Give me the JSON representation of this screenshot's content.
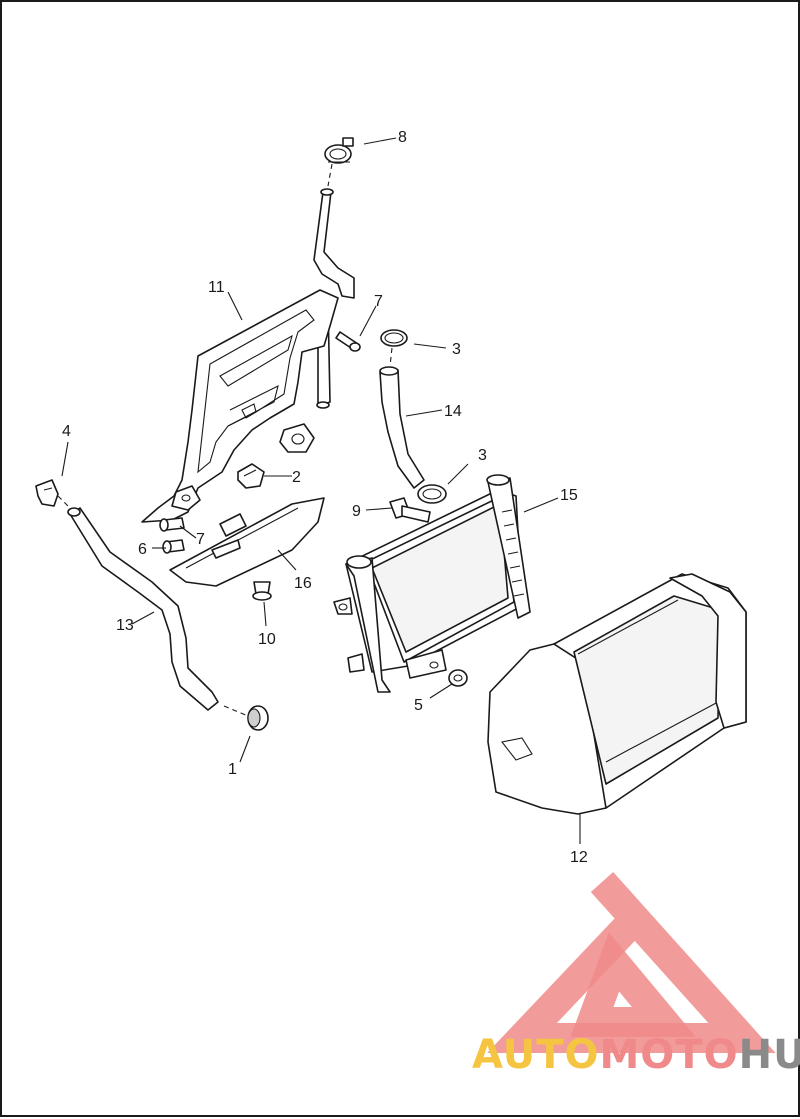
{
  "diagram": {
    "callouts": [
      {
        "id": "c8",
        "label": "8"
      },
      {
        "id": "c11",
        "label": "11"
      },
      {
        "id": "c7a",
        "label": "7"
      },
      {
        "id": "c3a",
        "label": "3"
      },
      {
        "id": "c14",
        "label": "14"
      },
      {
        "id": "c4",
        "label": "4"
      },
      {
        "id": "c2",
        "label": "2"
      },
      {
        "id": "c3b",
        "label": "3"
      },
      {
        "id": "c15",
        "label": "15"
      },
      {
        "id": "c9",
        "label": "9"
      },
      {
        "id": "c7b",
        "label": "7"
      },
      {
        "id": "c6",
        "label": "6"
      },
      {
        "id": "c16",
        "label": "16"
      },
      {
        "id": "c13",
        "label": "13"
      },
      {
        "id": "c10",
        "label": "10"
      },
      {
        "id": "c5",
        "label": "5"
      },
      {
        "id": "c1",
        "label": "1"
      },
      {
        "id": "c12",
        "label": "12"
      }
    ]
  },
  "watermark": {
    "text_part1": "AUTO",
    "text_part2": "MOTO",
    "text_part3": "HUB",
    "colors": {
      "triangle": "#f08a8a",
      "auto": "#f5c542",
      "moto": "#f08a8a",
      "hub": "#8a8a8a"
    }
  },
  "colors": {
    "line": "#1a1a1a",
    "background": "#ffffff"
  }
}
